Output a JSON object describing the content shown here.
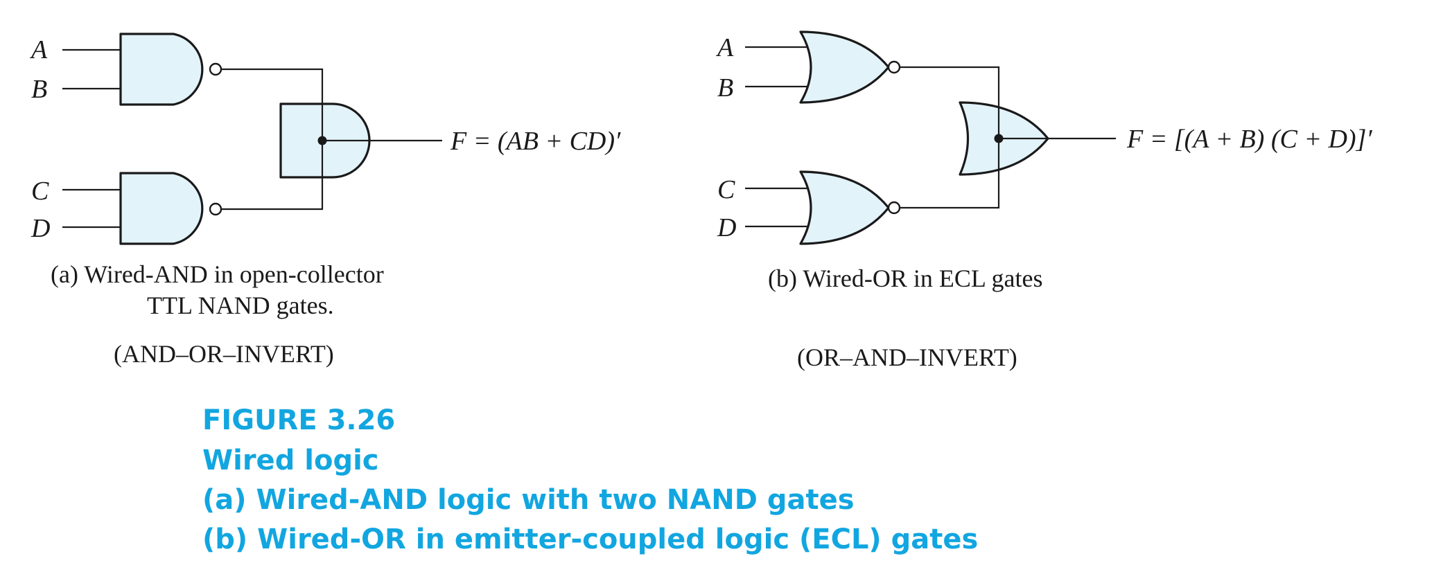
{
  "left": {
    "inputs": [
      "A",
      "B",
      "C",
      "D"
    ],
    "output_expr": "F = (AB + CD)′",
    "caption_line1": "(a) Wired-AND in open-collector",
    "caption_line2": "TTL NAND gates.",
    "subcaption": "(AND–OR–INVERT)"
  },
  "right": {
    "inputs": [
      "A",
      "B",
      "C",
      "D"
    ],
    "output_expr": "F = [(A + B) (C + D)]′",
    "caption_line1": "(b) Wired-OR in ECL gates",
    "subcaption": "(OR–AND–INVERT)"
  },
  "figure": {
    "number": "FIGURE 3.26",
    "title": "Wired logic",
    "line_a": "(a) Wired-AND logic with two NAND gates",
    "line_b": "(b) Wired-OR in emitter-coupled logic (ECL) gates"
  },
  "colors": {
    "gate_fill": "#e2f3fa",
    "caption_blue": "#12a6e0"
  }
}
